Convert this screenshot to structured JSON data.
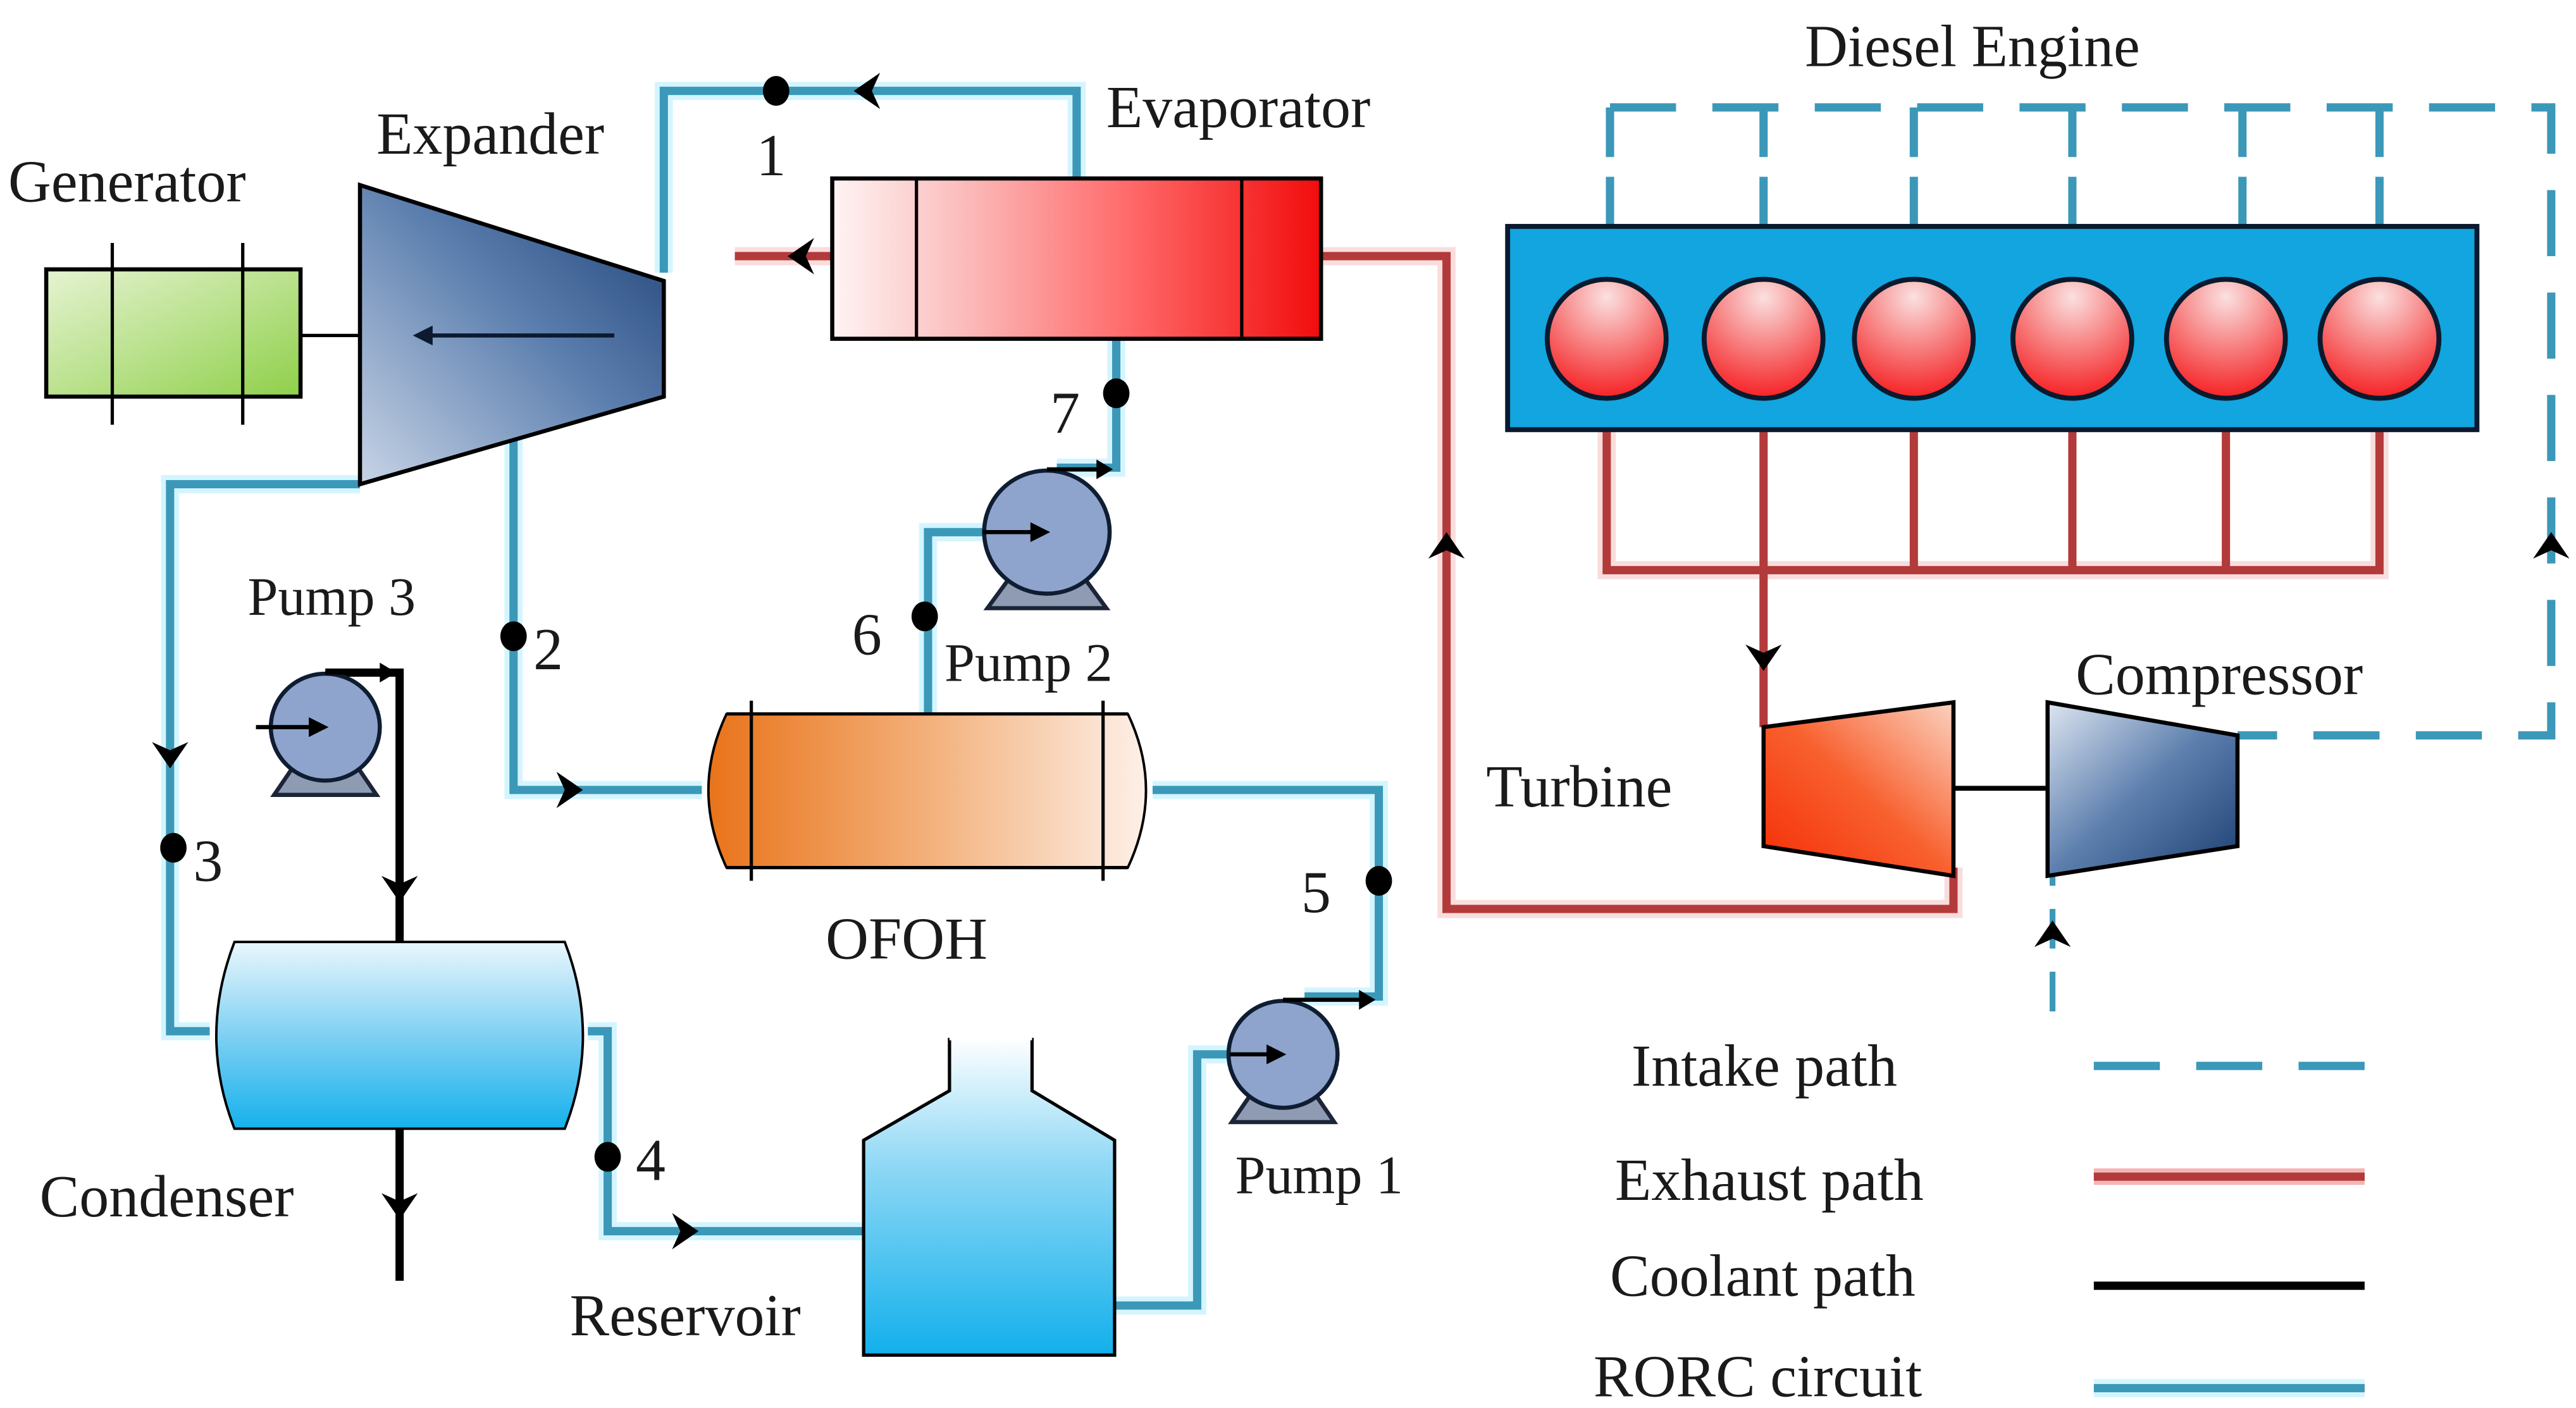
{
  "title": "Diesel Engine with RORC waste heat recovery schematic",
  "components": {
    "generator": "Generator",
    "expander": "Expander",
    "evaporator": "Evaporator",
    "diesel_engine": "Diesel Engine",
    "pump3": "Pump 3",
    "pump2": "Pump 2",
    "pump1": "Pump 1",
    "ofoh": "OFOH",
    "condenser": "Condenser",
    "reservoir": "Reservoir",
    "turbine": "Turbine",
    "compressor": "Compressor"
  },
  "state_points": [
    "1",
    "2",
    "3",
    "4",
    "5",
    "6",
    "7"
  ],
  "cylinder_count": 6,
  "legend": [
    {
      "label": "Intake path",
      "style": "dashed",
      "color": "#3b98b8"
    },
    {
      "label": "Exhaust path",
      "style": "solid",
      "color": "#b33a3a"
    },
    {
      "label": "Coolant path",
      "style": "solid",
      "color": "#000000"
    },
    {
      "label": "RORC circuit",
      "style": "solid",
      "color": "#3b98b8"
    }
  ],
  "colors": {
    "rorc": "#3b98b8",
    "exhaust": "#b33a3a",
    "coolant": "#000000",
    "engine_block": "#12a5e0",
    "generator": "#9ed45e",
    "expander": "#1f4577",
    "evaporator": "#f01010",
    "ofoh": "#e87f24",
    "pump": "#8ea4cc",
    "turbine": "#f53a10",
    "compressor": "#1f4577"
  }
}
